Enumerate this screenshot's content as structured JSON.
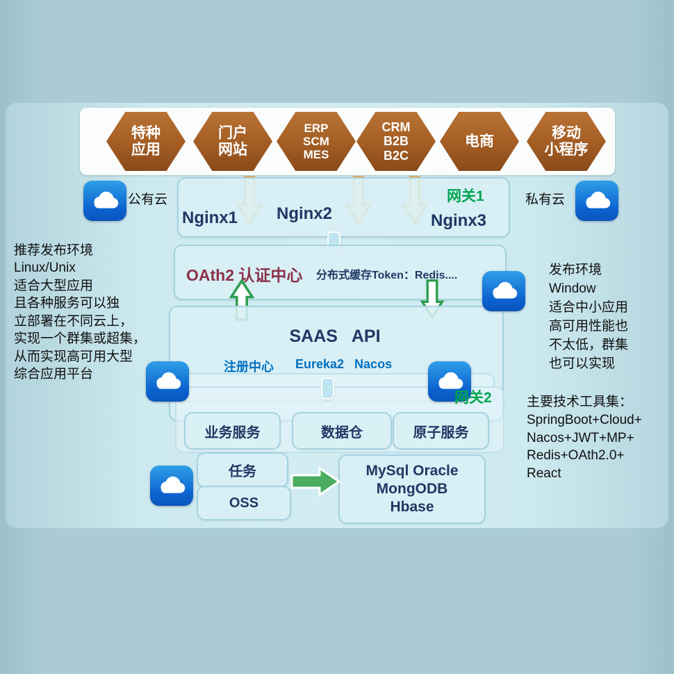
{
  "top_apps": {
    "items": [
      {
        "label": "特种\n应用"
      },
      {
        "label": "门户\n网站"
      },
      {
        "label": "ERP\nSCM\nMES"
      },
      {
        "label": "CRM\nB2B\nB2C"
      },
      {
        "label": "电商"
      },
      {
        "label": "移动\n小程序"
      }
    ]
  },
  "clouds": {
    "public_cloud_label": "公有云",
    "private_cloud_label": "私有云"
  },
  "gateway1": {
    "label": "网关1",
    "nginx1": "Nginx1",
    "nginx2": "Nginx2",
    "nginx3": "Nginx3"
  },
  "oauth": {
    "title": "OAth2 认证中心",
    "cache_note": "分布式缓存Token：Redis...."
  },
  "saas": {
    "title": "SAAS   API",
    "registry_label": "注册中心",
    "registry_value": "Eureka2   Nacos",
    "gateway2": "网关2"
  },
  "services": {
    "business": "业务服务",
    "data_warehouse": "数据仓",
    "atomic": "原子服务",
    "task": "任务",
    "oss": "OSS",
    "database": "MySql  Oracle\nMongODB\nHbase"
  },
  "notes": {
    "left": "推荐发布环境\n Linux/Unix\n适合大型应用\n且各种服务可以独\n立部署在不同云上，\n实现一个群集或超集，\n从而实现高可用大型\n综合应用平台",
    "right": "发布环境\nWindow\n适合中小应用\n高可用性能也\n不太低，群集\n也可以实现",
    "tools": "主要技术工具集：\nSpringBoot+Cloud+\nNacos+JWT+MP+\nRedis+OAth2.0+\nReact"
  },
  "colors": {
    "navy": "#1f3864",
    "green": "#00a550",
    "maroon": "#8b3049",
    "registry_blue": "#0070c0",
    "hex_brown": "#a35d24",
    "cloud_blue": "#0c63d0",
    "arrow_gold": "#e6a23c",
    "arrow_green": "#2e9e4f"
  }
}
